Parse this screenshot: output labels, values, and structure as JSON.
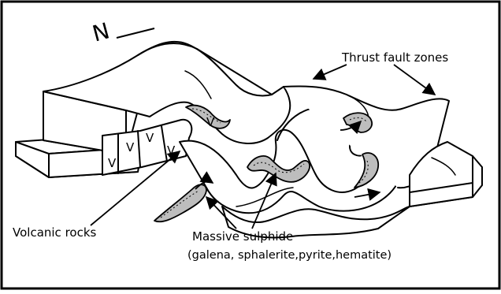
{
  "figure": {
    "labels": {
      "thrust_fault_zones": "Thrust fault zones",
      "volcanic_rocks": "Volcanic rocks",
      "massive_sulphide": "Massive sulphide",
      "mineral_list": "(galena, sphalerite,pyrite,hematite)"
    },
    "north_symbol": "N",
    "volcanic_tick_symbol": "V",
    "colors": {
      "ink": "#000000",
      "paper": "#ffffff",
      "sulphide_fill": "#bdbdbd"
    }
  }
}
